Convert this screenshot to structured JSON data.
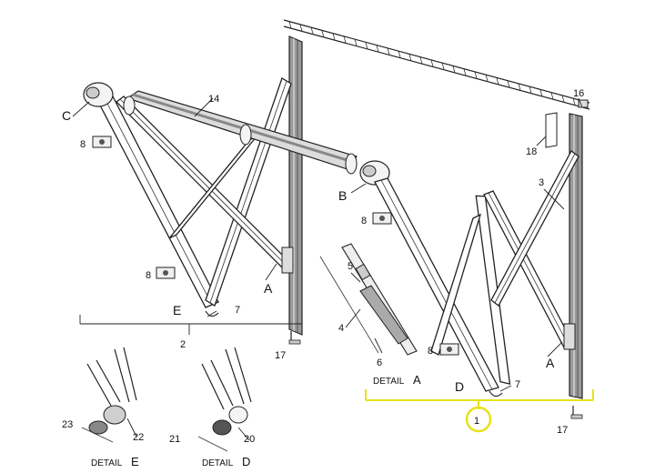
{
  "labels": {
    "n1": "1",
    "n2": "2",
    "n3": "3",
    "n4": "4",
    "n5": "5",
    "n6": "6",
    "n7a": "7",
    "n7b": "7",
    "n8a": "8",
    "n8b": "8",
    "n8c": "8",
    "n8d": "8",
    "n14": "14",
    "n16": "16",
    "n17a": "17",
    "n17b": "17",
    "n18": "18",
    "n20": "20",
    "n21": "21",
    "n22": "22",
    "n23": "23",
    "A1": "A",
    "A2": "A",
    "B": "B",
    "C": "C",
    "D": "D",
    "E": "E"
  },
  "details": {
    "a_word": "DETAIL",
    "a_letter": "A",
    "d_word": "DETAIL",
    "d_letter": "D",
    "e_word": "DETAIL",
    "e_letter": "E"
  },
  "highlight": {
    "color": "#e8e21a",
    "item": "1"
  }
}
